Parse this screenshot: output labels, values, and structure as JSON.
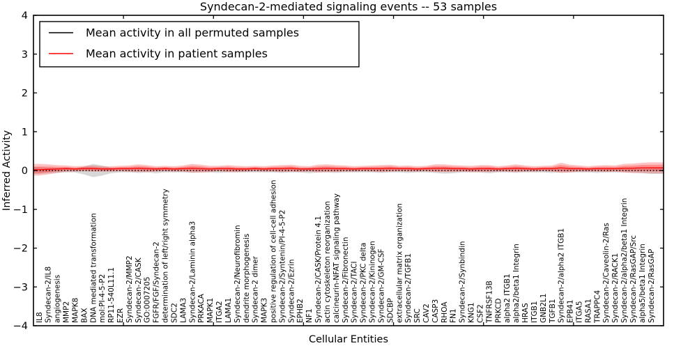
{
  "chart_data": {
    "type": "line",
    "title": "Syndecan-2-mediated signaling events -- 53 samples",
    "xlabel": "Cellular Entities",
    "ylabel": "Inferred Activity",
    "ylim": [
      -4,
      4
    ],
    "yticks": [
      4,
      3,
      2,
      1,
      0,
      -1,
      -2,
      -3,
      -4
    ],
    "grid": false,
    "legend": {
      "position": "upper left",
      "entries": [
        {
          "label": "Mean activity in all permuted samples",
          "color": "#000000"
        },
        {
          "label": "Mean activity in patient samples",
          "color": "#ff0000"
        }
      ]
    },
    "categories": [
      "IL8",
      "Syndecan-2/IL8",
      "angiogenesis",
      "MMP2",
      "MAPK8",
      "BAX",
      "DNA mediated transformation",
      "mol:PI-4-5-P2",
      "RP11-540L11.1",
      "EZR",
      "Syndecan-2/MMP2",
      "Syndecan-2/CASK",
      "GO:0007205",
      "FGFR/FGF/Syndecan-2",
      "determination of left/right symmetry",
      "SDC2",
      "LAMA3",
      "Syndecan-2/Laminin alpha3",
      "PRKACA",
      "MAPK1",
      "ITGA2",
      "LAMA1",
      "Syndecan-2/Neurofibromin",
      "dendrite morphogenesis",
      "Syndecan-2 dimer",
      "MAPK3",
      "positive regulation of cell-cell adhesion",
      "Syndecan-2/Syntenin/PI-4-5-P2",
      "Syndecan-2/Ezrin",
      "EPHB2",
      "NF1",
      "Syndecan-2/CASK/Protein 4.1",
      "actin cytoskeleton reorganization",
      "calcineurin-NFAT signaling pathway",
      "Syndecan-2/Fibronectin",
      "Syndecan-2/TACI",
      "Syndecan-2/PKC delta",
      "Syndecan-2/Kininogen",
      "Syndecan-2/GM-CSF",
      "SDCBP",
      "extracellular matrix organization",
      "Syndecan-2/TGFB1",
      "SRC",
      "CAV2",
      "CASP3",
      "RHOA",
      "FN1",
      "Syndecan-2/Synbindin",
      "KNG1",
      "CSF2",
      "TNFRSF13B",
      "PRKCD",
      "alpha2 ITGB1",
      "alpha2/beta1 Integrin",
      "HRAS",
      "ITGB1",
      "GNB2L1",
      "TGFB1",
      "Syndecan-2/alpha2 ITGB1",
      "EPB41",
      "ITGA5",
      "RASA1",
      "TRAPPC4",
      "Syndecan-2/Caveolin-2/Ras",
      "Syndecan-2/RACK1",
      "Syndecan-2/alpha2/beta1 Integrin",
      "Syndecan-2/RasGAP/Src",
      "alpha5/beta1 Integrin",
      "Syndecan-2/RasGAP"
    ],
    "series": [
      {
        "name": "Mean activity in all permuted samples",
        "color": "#000000",
        "linestyle": "dotted",
        "values": [
          0,
          0,
          0,
          0,
          0,
          0,
          0,
          0,
          0,
          0,
          0,
          0,
          0,
          0,
          0,
          0,
          0,
          0,
          0,
          0,
          0,
          0,
          0,
          0,
          0,
          0,
          0,
          0,
          0,
          0,
          0,
          0,
          0,
          0,
          0,
          0,
          0,
          0,
          0,
          0,
          0,
          0,
          0,
          0,
          0,
          0,
          0,
          0,
          0,
          0,
          0,
          0,
          0,
          0,
          0,
          0,
          0,
          0,
          0,
          0,
          0,
          0,
          0,
          0,
          0,
          0,
          0,
          0,
          0
        ]
      },
      {
        "name": "Mean activity in patient samples",
        "color": "#ff0000",
        "linestyle": "solid",
        "values": [
          0.02,
          0.03,
          0.04,
          0.05,
          0.04,
          0.05,
          0.05,
          0.04,
          0.04,
          0.05,
          0.05,
          0.06,
          0.05,
          0.04,
          0.05,
          0.04,
          0.05,
          0.06,
          0.05,
          0.04,
          0.05,
          0.05,
          0.04,
          0.04,
          0.05,
          0.04,
          0.05,
          0.05,
          0.06,
          0.04,
          0.04,
          0.05,
          0.06,
          0.05,
          0.05,
          0.04,
          0.05,
          0.05,
          0.05,
          0.06,
          0.05,
          0.05,
          0.04,
          0.05,
          0.06,
          0.06,
          0.05,
          0.05,
          0.04,
          0.05,
          0.05,
          0.04,
          0.05,
          0.06,
          0.05,
          0.04,
          0.05,
          0.05,
          0.07,
          0.05,
          0.05,
          0.04,
          0.05,
          0.05,
          0.05,
          0.06,
          0.06,
          0.07,
          0.07
        ]
      }
    ],
    "bands": [
      {
        "name": "permuted-samples-spread",
        "center": "permuted",
        "color": "rgba(130,130,130,0.32)",
        "halfwidths": [
          0.09,
          0.07,
          0.06,
          0.05,
          0.05,
          0.1,
          0.17,
          0.13,
          0.07,
          0.05,
          0.05,
          0.06,
          0.05,
          0.07,
          0.05,
          0.05,
          0.05,
          0.06,
          0.05,
          0.05,
          0.06,
          0.05,
          0.05,
          0.05,
          0.05,
          0.05,
          0.05,
          0.06,
          0.05,
          0.05,
          0.07,
          0.05,
          0.05,
          0.06,
          0.05,
          0.05,
          0.05,
          0.05,
          0.06,
          0.05,
          0.05,
          0.06,
          0.05,
          0.05,
          0.06,
          0.08,
          0.07,
          0.05,
          0.05,
          0.05,
          0.07,
          0.05,
          0.05,
          0.06,
          0.05,
          0.05,
          0.05,
          0.06,
          0.05,
          0.05,
          0.05,
          0.05,
          0.06,
          0.05,
          0.05,
          0.05,
          0.06,
          0.07,
          0.09
        ]
      },
      {
        "name": "patient-samples-spread-outer",
        "center": "patient",
        "color": "rgba(255,40,40,0.28)",
        "halfwidths": [
          0.15,
          0.13,
          0.1,
          0.08,
          0.07,
          0.07,
          0.08,
          0.07,
          0.07,
          0.07,
          0.08,
          0.1,
          0.09,
          0.07,
          0.07,
          0.07,
          0.08,
          0.11,
          0.1,
          0.08,
          0.07,
          0.09,
          0.08,
          0.07,
          0.07,
          0.07,
          0.08,
          0.09,
          0.09,
          0.08,
          0.07,
          0.1,
          0.1,
          0.09,
          0.08,
          0.07,
          0.07,
          0.08,
          0.09,
          0.09,
          0.07,
          0.08,
          0.07,
          0.07,
          0.1,
          0.1,
          0.09,
          0.08,
          0.08,
          0.09,
          0.09,
          0.07,
          0.08,
          0.1,
          0.08,
          0.07,
          0.07,
          0.08,
          0.13,
          0.1,
          0.08,
          0.07,
          0.08,
          0.09,
          0.08,
          0.11,
          0.12,
          0.13,
          0.14
        ]
      },
      {
        "name": "patient-samples-spread-inner",
        "center": "patient",
        "color": "rgba(255,40,40,0.34)",
        "halfwidths": [
          0.082,
          0.072,
          0.055,
          0.044,
          0.039,
          0.039,
          0.044,
          0.039,
          0.039,
          0.039,
          0.044,
          0.055,
          0.05,
          0.039,
          0.039,
          0.039,
          0.044,
          0.06,
          0.055,
          0.044,
          0.039,
          0.05,
          0.044,
          0.039,
          0.039,
          0.039,
          0.044,
          0.05,
          0.05,
          0.044,
          0.039,
          0.055,
          0.055,
          0.05,
          0.044,
          0.039,
          0.039,
          0.044,
          0.05,
          0.05,
          0.039,
          0.044,
          0.039,
          0.039,
          0.055,
          0.055,
          0.05,
          0.044,
          0.044,
          0.05,
          0.05,
          0.039,
          0.044,
          0.055,
          0.044,
          0.039,
          0.039,
          0.044,
          0.072,
          0.055,
          0.044,
          0.039,
          0.044,
          0.05,
          0.044,
          0.06,
          0.066,
          0.072,
          0.077
        ]
      }
    ]
  }
}
